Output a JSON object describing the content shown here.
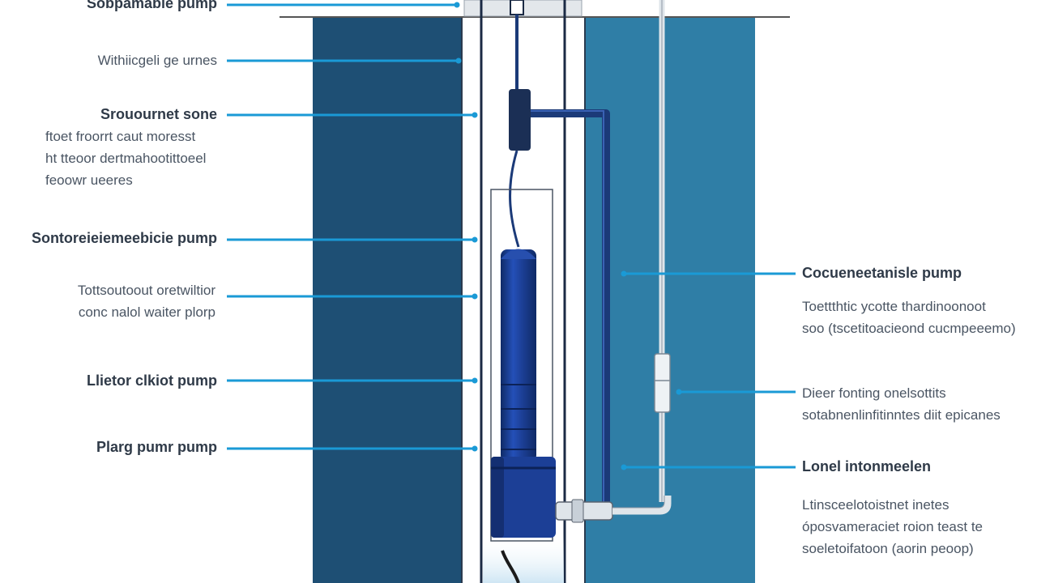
{
  "colors": {
    "well_wall": "#1e4f74",
    "water_right": "#2f7ea6",
    "pipe": "#1b3a78",
    "pump_body": "#1c3f96",
    "pump_dark": "#142f72",
    "callout": "#1a9ad6",
    "text_dark": "#2f3a48",
    "text_sub": "#4a5563",
    "ground": "#555555",
    "gauge_cap": "#cfd6de"
  },
  "labels_left": [
    {
      "id": "submersible-pump-top",
      "title": "Sobpamabie pump",
      "lines": []
    },
    {
      "id": "without-grounds",
      "title": "",
      "lines": [
        "Withiicgeli ge urnes"
      ]
    },
    {
      "id": "sensor-zone",
      "title": "Srouournet sone",
      "lines": [
        "ftoet froorrt caut moresst",
        "ht tteoor dertmahootittoeel",
        "feoowr ueeres"
      ]
    },
    {
      "id": "submersible-pump-mid",
      "title": "Sontoreieiemeebicie pump",
      "lines": []
    },
    {
      "id": "outlet-water-pump",
      "title": "",
      "lines": [
        "Tottsoutoout oretwiltior",
        "conc nalol waiter plorp"
      ]
    },
    {
      "id": "electric-pump",
      "title": "Llietor clkiot pump",
      "lines": []
    },
    {
      "id": "plug-pump",
      "title": "Plarg pumr pump",
      "lines": []
    }
  ],
  "labels_right": [
    {
      "id": "connected-pump",
      "title": "Cocueneetanisle pump",
      "lines": [
        "Toettthtic ycotte thardinoonoot",
        "soo (tscetitoacieond cucmpeeemo)"
      ]
    },
    {
      "id": "door-fitting",
      "title": "",
      "lines": [
        "Dieer fonting onelsottits",
        "sotabnenlinfitinntes diit epicanes"
      ]
    },
    {
      "id": "level-information",
      "title": "Lonel intonmeelen",
      "lines": [
        "Ltinsceelotoistnet inetes",
        "óposvameraciet roion teast te",
        "soeletoifatoon (aorin peoop)"
      ]
    }
  ],
  "icons": [
    "gauge-icon",
    "pump-icon",
    "valve-icon",
    "elbow-fitting-icon"
  ]
}
